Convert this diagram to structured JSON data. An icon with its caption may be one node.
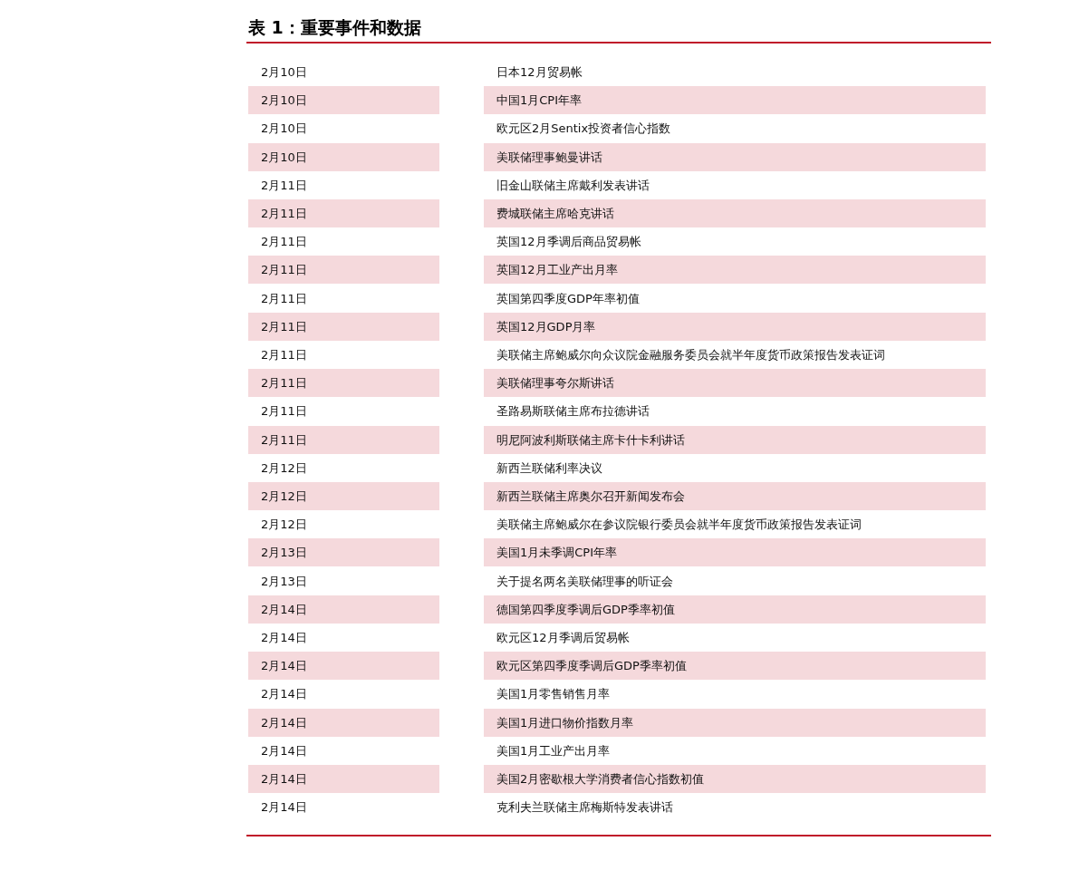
{
  "diagram": {
    "title": "表 1：重要事件和数据",
    "labels": [
      "2月10日",
      "日本12月贸易帐",
      "2月10日",
      "中国1月CPI年率",
      "2月10日",
      "欧元区2月Sentix投资者信心指数",
      "2月10日",
      "美联储理事鲍曼讲话",
      "2月11日",
      "旧金山联储主席戴利发表讲话",
      "2月11日",
      "费城联储主席哈克讲话",
      "2月11日",
      "英国12月季调后商品贸易帐",
      "2月11日",
      "英国12月工业产出月率",
      "2月11日",
      "英国第四季度GDP年率初值",
      "2月11日",
      "英国12月GDP月率",
      "2月11日",
      "美联储主席鲍威尔向众议院金融服务委员会就半年度货币政策报告发表证词",
      "2月11日",
      "美联储理事夸尔斯讲话",
      "2月11日",
      "圣路易斯联储主席布拉德讲话",
      "2月11日",
      "明尼阿波利斯联储主席卡什卡利讲话",
      "2月12日",
      "新西兰联储利率决议",
      "2月12日",
      "新西兰联储主席奥尔召开新闻发布会",
      "2月12日",
      "美联储主席鲍威尔在参议院银行委员会就半年度货币政策报告发表证词",
      "2月13日",
      "美国1月未季调CPI年率",
      "2月13日",
      "关于提名两名美联储理事的听证会",
      "2月14日",
      "德国第四季度季调后GDP季率初值",
      "2月14日",
      "欧元区12月季调后贸易帐",
      "2月14日",
      "欧元区第四季度季调后GDP季率初值",
      "2月14日",
      "美国1月零售销售月率",
      "2月14日",
      "美国1月进口物价指数月率",
      "2月14日",
      "美国1月工业产出月率",
      "2月14日",
      "美国2月密歇根大学消费者信心指数初值",
      "2月14日",
      "克利夫兰联储主席梅斯特发表讲话"
    ]
  }
}
